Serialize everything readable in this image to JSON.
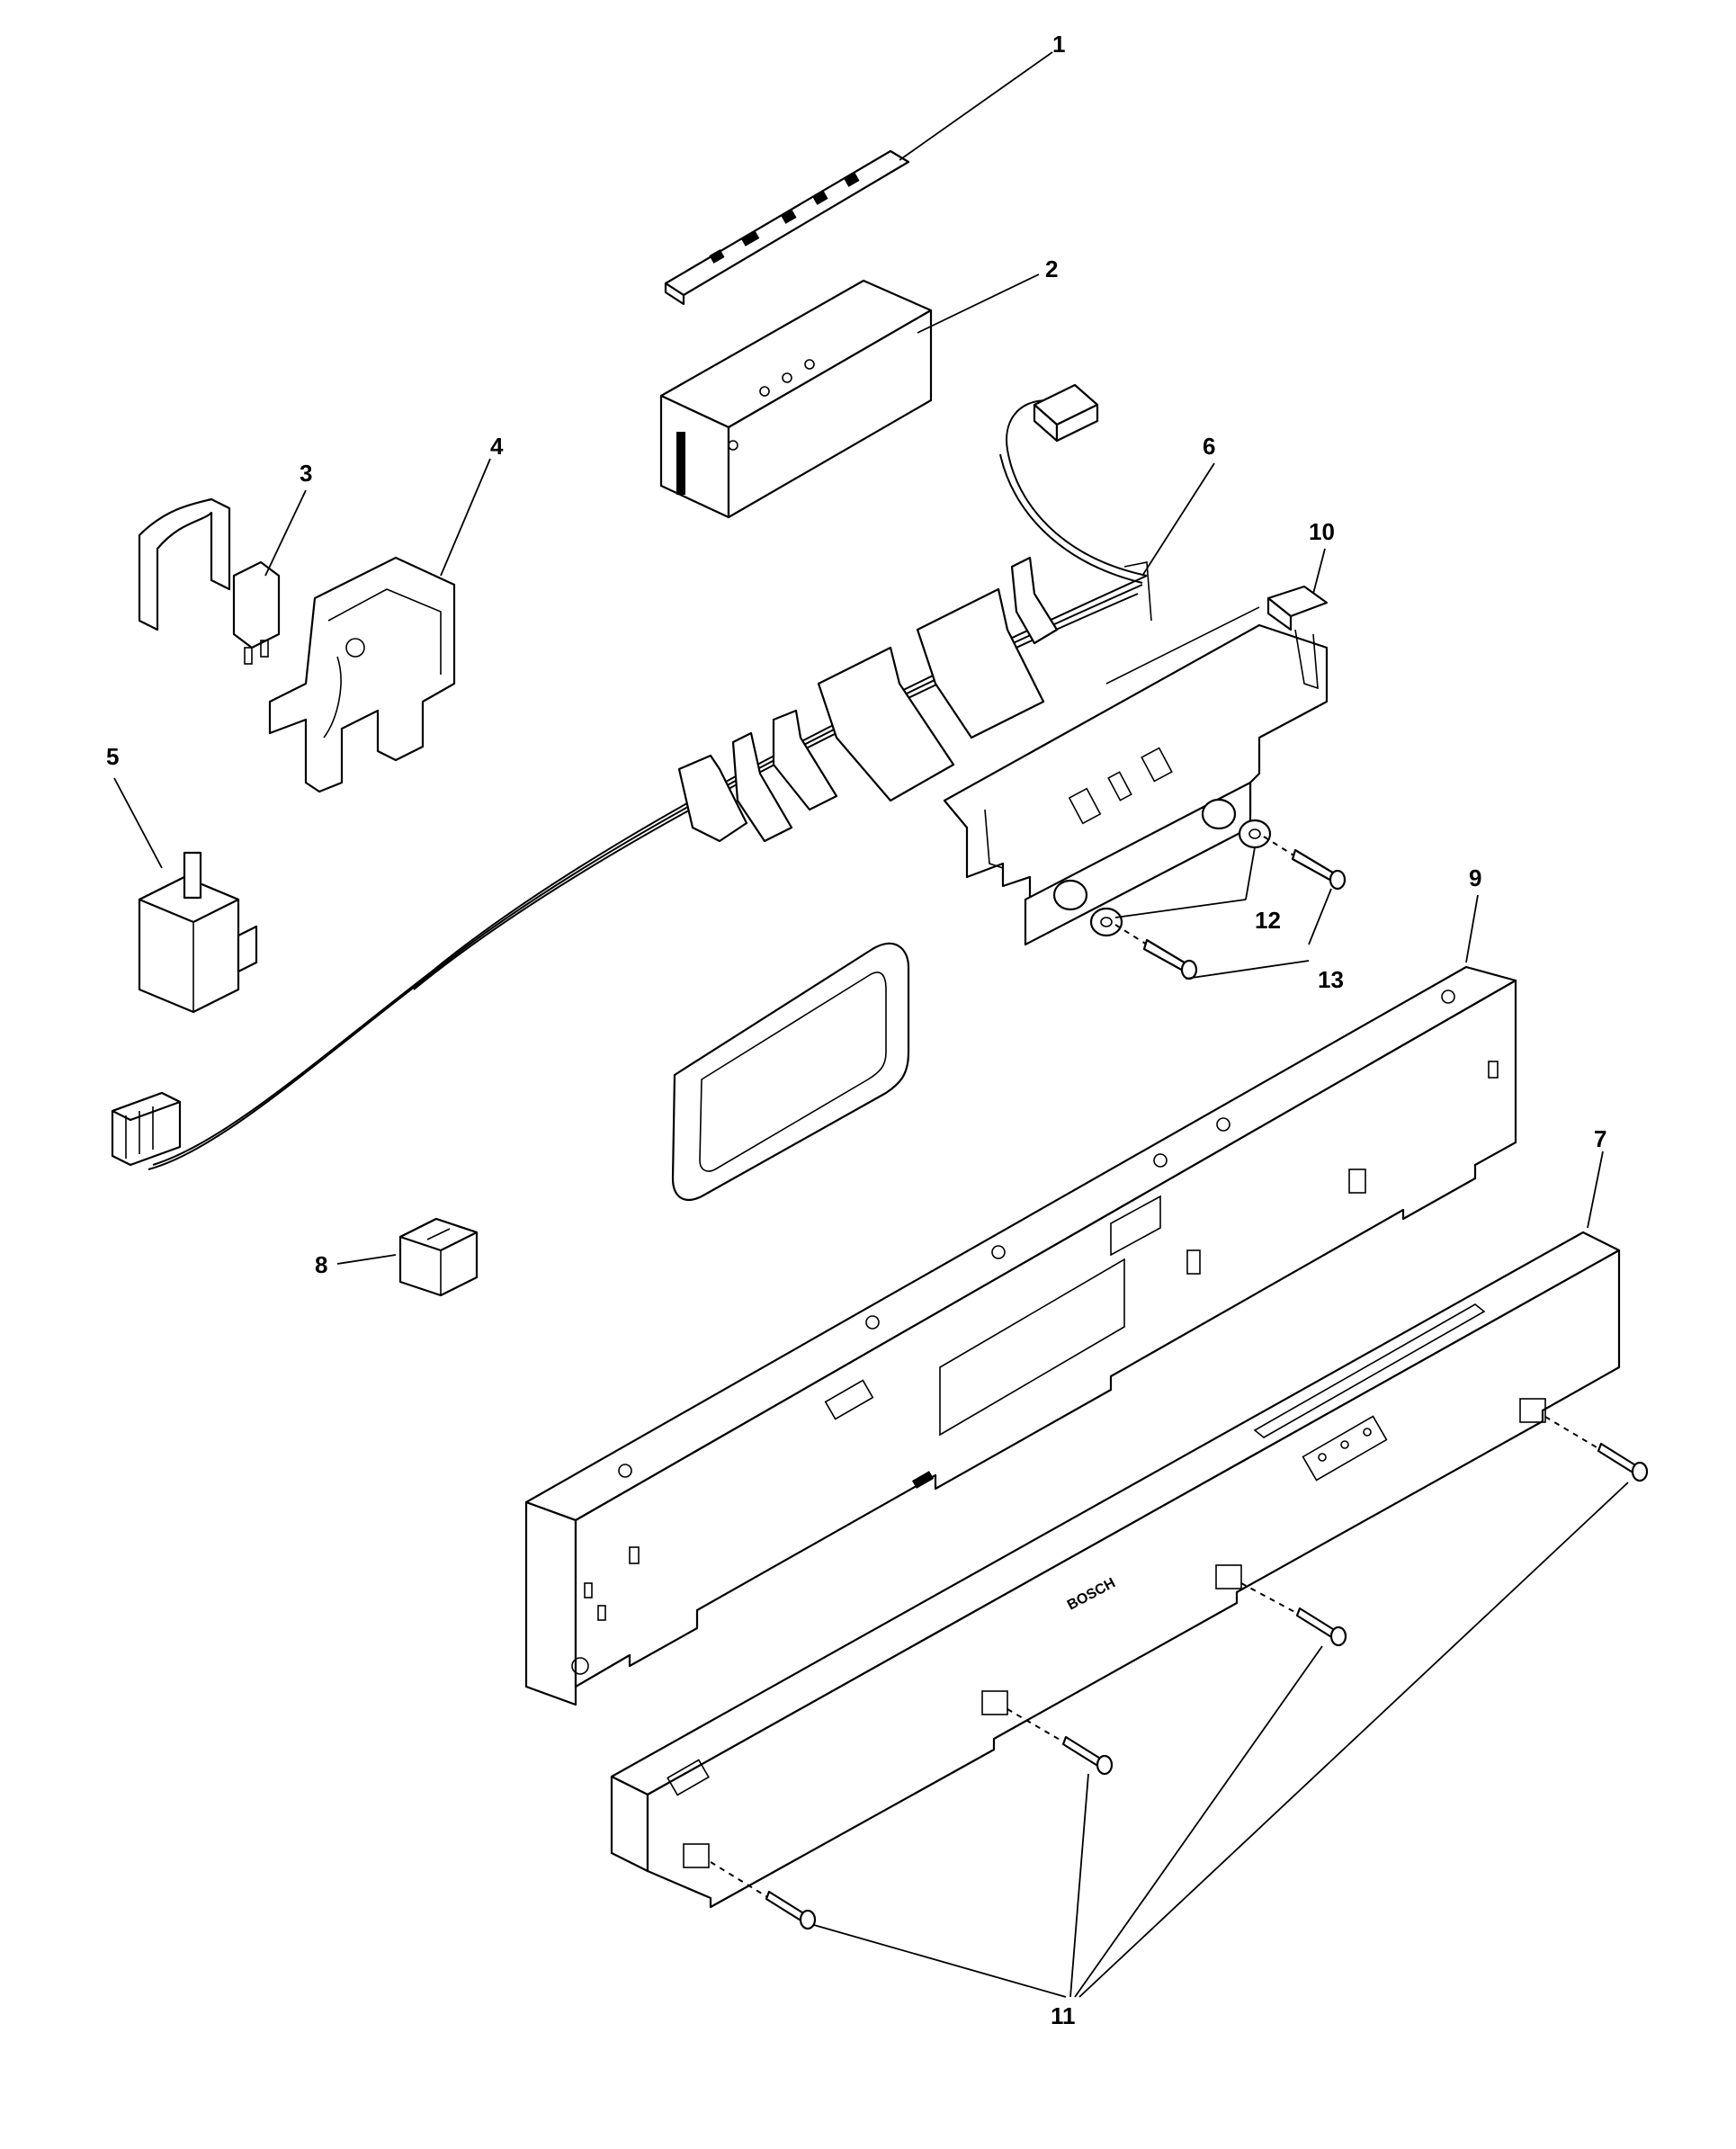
{
  "diagram": {
    "callouts": [
      {
        "id": "1",
        "label": "1"
      },
      {
        "id": "2",
        "label": "2"
      },
      {
        "id": "3",
        "label": "3"
      },
      {
        "id": "4",
        "label": "4"
      },
      {
        "id": "5",
        "label": "5"
      },
      {
        "id": "6",
        "label": "6"
      },
      {
        "id": "7",
        "label": "7"
      },
      {
        "id": "8",
        "label": "8"
      },
      {
        "id": "9",
        "label": "9"
      },
      {
        "id": "10",
        "label": "10"
      },
      {
        "id": "11",
        "label": "11"
      },
      {
        "id": "12",
        "label": "12"
      },
      {
        "id": "13",
        "label": "13"
      }
    ],
    "brand_marking": "BOSCH"
  }
}
